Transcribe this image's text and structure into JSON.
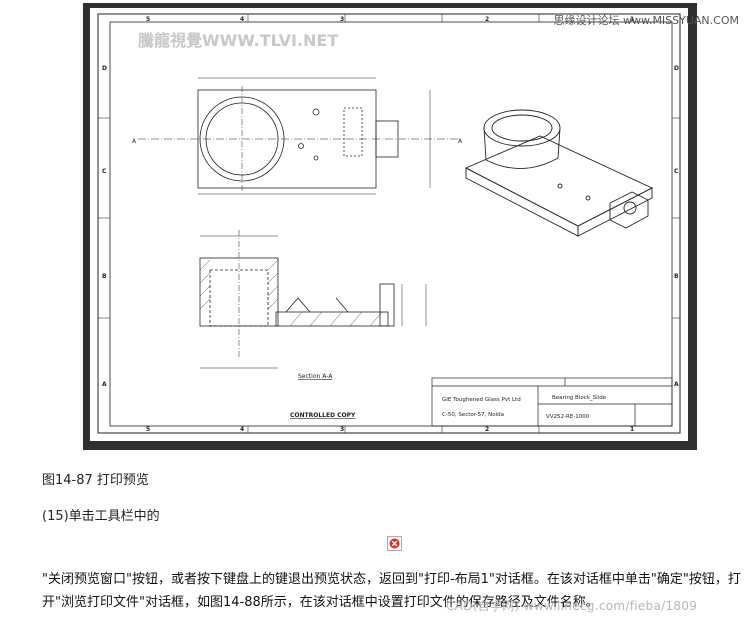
{
  "site_watermark": "思缘设计论坛 www.MISSYUAN.COM",
  "drawing": {
    "watermark": "騰龍視覺WWW.TLVI.NET",
    "border_letters_left": [
      "D",
      "C",
      "B",
      "A"
    ],
    "border_letters_right": [
      "D",
      "C",
      "B",
      "A"
    ],
    "border_numbers_top": [
      "5",
      "4",
      "3",
      "2",
      "1"
    ],
    "border_numbers_bottom": [
      "5",
      "4",
      "3",
      "2",
      "1"
    ],
    "section_marker": "A",
    "section_label": "Section A-A",
    "controlled_copy": "CONTROLLED COPY",
    "title_block": {
      "company": "GIE Toughened Glass Pvt Ltd",
      "address": "C-50, Sector-57, Noida",
      "part_name": "Bearing Block_Slide",
      "drawing_no": "VV252-RE-1000"
    }
  },
  "caption": "图14-87 打印预览",
  "step_text": "(15)单击工具栏中的",
  "close_icon": "close-preview-icon",
  "paragraph": "\"关闭预览窗口\"按钮，或者按下键盘上的键退出预览状态，返回到\"打印-布局1\"对话框。在该对话框中单击\"确定\"按钮，打开\"浏览打印文件\"对话框，如图14-88所示，在该对话框中设置打印文件的保存路径及文件名称。",
  "bottom_watermark": "CAD(自学网) www.linecg.com/fieba/1809"
}
